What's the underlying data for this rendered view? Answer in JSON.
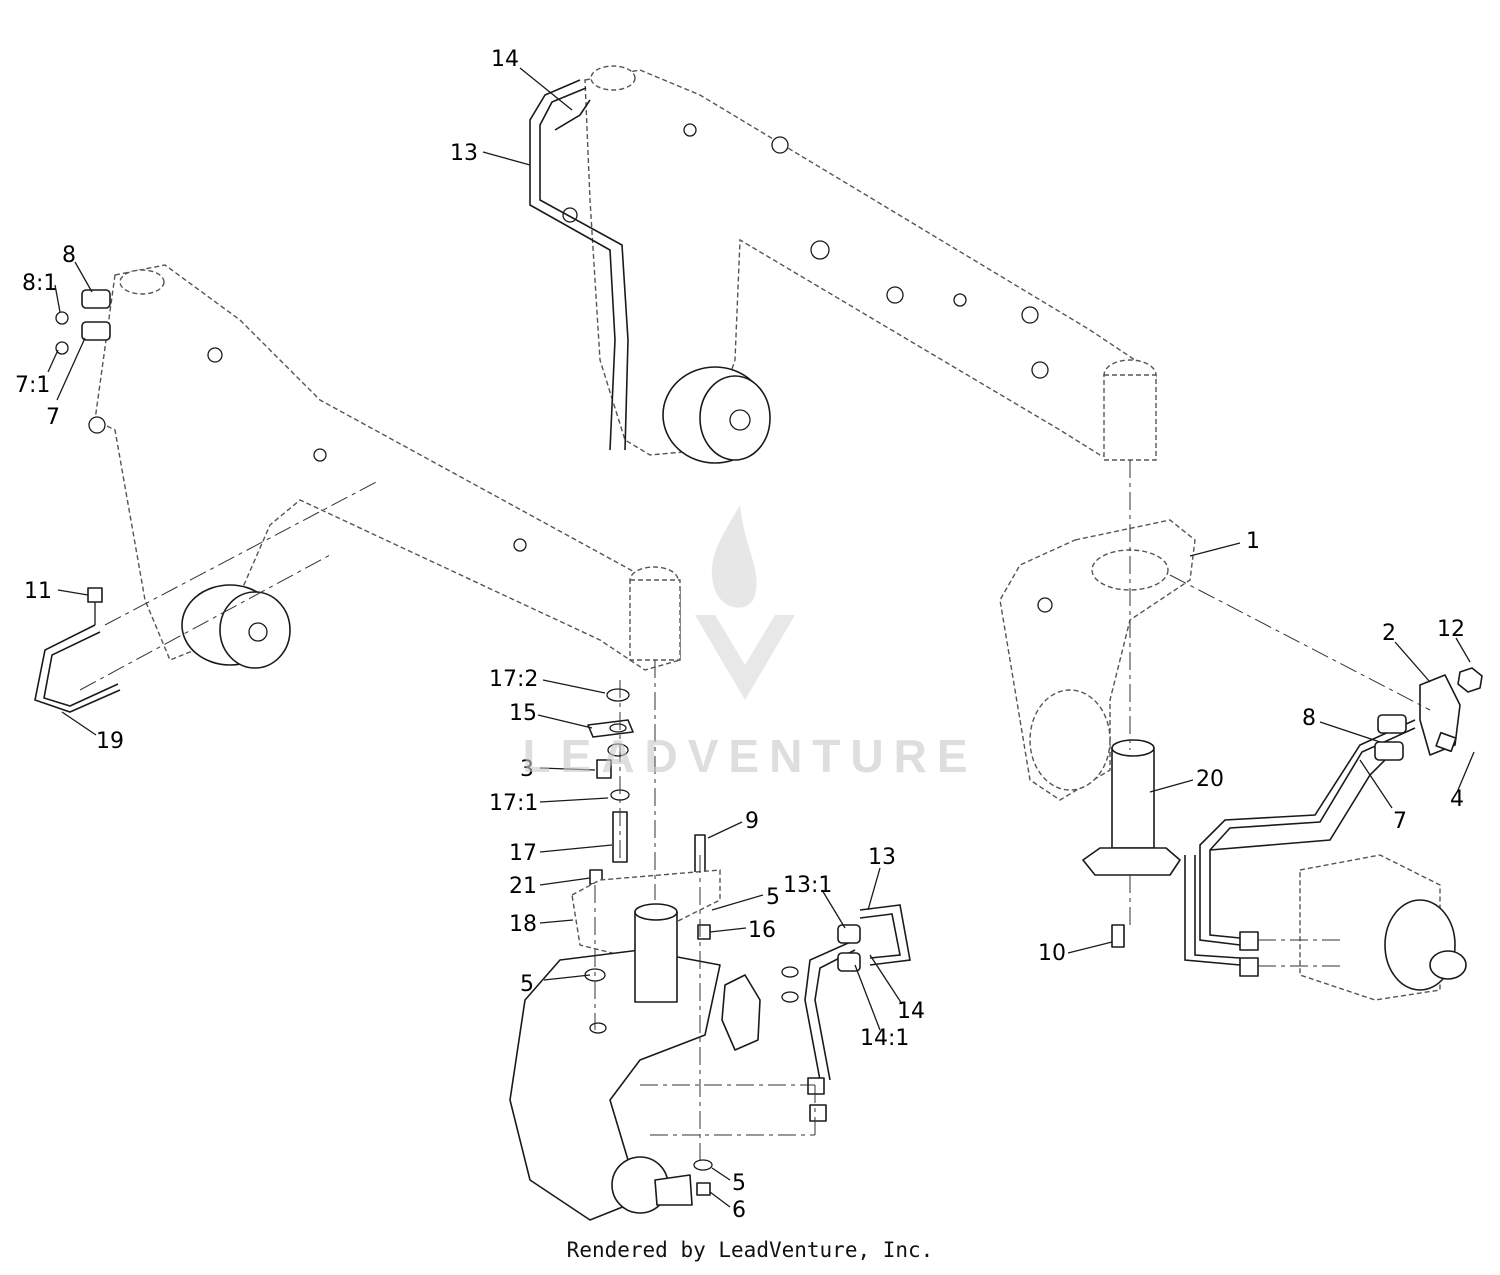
{
  "callouts": [
    {
      "id": "c14-top",
      "text": "14"
    },
    {
      "id": "c13-top",
      "text": "13"
    },
    {
      "id": "c8-1-left",
      "text": "8:1"
    },
    {
      "id": "c8-left",
      "text": "8"
    },
    {
      "id": "c7-1-left",
      "text": "7:1"
    },
    {
      "id": "c7-left",
      "text": "7"
    },
    {
      "id": "c11",
      "text": "11"
    },
    {
      "id": "c19",
      "text": "19"
    },
    {
      "id": "c1",
      "text": "1"
    },
    {
      "id": "c2",
      "text": "2"
    },
    {
      "id": "c12",
      "text": "12"
    },
    {
      "id": "c8-right",
      "text": "8"
    },
    {
      "id": "c7-right",
      "text": "7"
    },
    {
      "id": "c4",
      "text": "4"
    },
    {
      "id": "c20",
      "text": "20"
    },
    {
      "id": "c10",
      "text": "10"
    },
    {
      "id": "c17-2",
      "text": "17:2"
    },
    {
      "id": "c15",
      "text": "15"
    },
    {
      "id": "c3",
      "text": "3"
    },
    {
      "id": "c17-1",
      "text": "17:1"
    },
    {
      "id": "c17",
      "text": "17"
    },
    {
      "id": "c9",
      "text": "9"
    },
    {
      "id": "c21",
      "text": "21"
    },
    {
      "id": "c18",
      "text": "18"
    },
    {
      "id": "c5-a",
      "text": "5"
    },
    {
      "id": "c16",
      "text": "16"
    },
    {
      "id": "c5-b",
      "text": "5"
    },
    {
      "id": "c13-1",
      "text": "13:1"
    },
    {
      "id": "c13-bot",
      "text": "13"
    },
    {
      "id": "c14-bot",
      "text": "14"
    },
    {
      "id": "c14-1",
      "text": "14:1"
    },
    {
      "id": "c5-c",
      "text": "5"
    },
    {
      "id": "c6",
      "text": "6"
    }
  ],
  "watermark": {
    "text": "LEADVENTURE"
  },
  "footer": {
    "text": "Rendered by LeadVenture, Inc."
  }
}
